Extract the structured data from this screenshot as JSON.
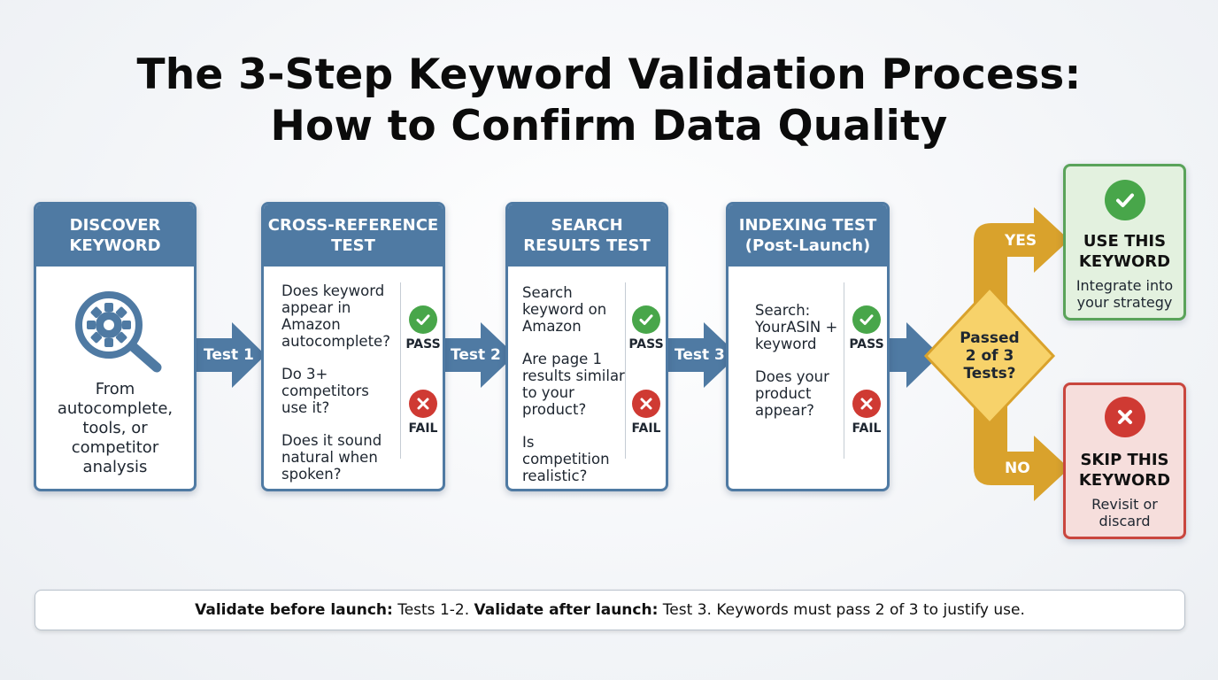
{
  "title": {
    "line1": "The 3-Step Keyword Validation Process:",
    "line2": "How to Confirm Data Quality"
  },
  "discover": {
    "header": [
      "DISCOVER",
      "KEYWORD"
    ],
    "icon": "magnifier-gear-icon",
    "text": [
      "From",
      "autocomplete,",
      "tools, or",
      "competitor",
      "analysis"
    ]
  },
  "tests": [
    {
      "header": [
        "CROSS-REFERENCE",
        "TEST"
      ],
      "arrow_label": "Test 1",
      "questions": [
        [
          "Does keyword",
          "appear in",
          "Amazon",
          "autocomplete?"
        ],
        [
          "Do 3+",
          "competitors",
          "use it?"
        ],
        [
          "Does it sound",
          "natural when",
          "spoken?"
        ]
      ],
      "pass_label": "PASS",
      "fail_label": "FAIL"
    },
    {
      "header": [
        "SEARCH",
        "RESULTS TEST"
      ],
      "arrow_label": "Test 2",
      "questions": [
        [
          "Search",
          "keyword on",
          "Amazon"
        ],
        [
          "Are page 1",
          "results similar",
          "to your",
          "product?"
        ],
        [
          "Is",
          "competition",
          "realistic?"
        ]
      ],
      "pass_label": "PASS",
      "fail_label": "FAIL"
    },
    {
      "header": [
        "INDEXING TEST",
        "(Post-Launch)"
      ],
      "arrow_label": "Test 3",
      "questions": [
        [
          "Search:",
          "YourASIN +",
          "keyword"
        ],
        [
          "Does your",
          "product",
          "appear?"
        ]
      ],
      "pass_label": "PASS",
      "fail_label": "FAIL"
    }
  ],
  "decision": {
    "text": [
      "Passed",
      "2 of 3",
      "Tests?"
    ],
    "yes_label": "YES",
    "no_label": "NO"
  },
  "use_keyword": {
    "icon": "check-icon",
    "title": [
      "USE THIS",
      "KEYWORD"
    ],
    "sub": [
      "Integrate into",
      "your strategy"
    ]
  },
  "skip_keyword": {
    "icon": "x-icon",
    "title": [
      "SKIP THIS",
      "KEYWORD"
    ],
    "sub": [
      "Revisit or",
      "discard"
    ]
  },
  "footer": {
    "bold1": "Validate before launch:",
    "text1": " Tests 1-2. ",
    "bold2": "Validate after launch:",
    "text2": " Test 3. Keywords must pass 2 of 3 to justify use."
  },
  "colors": {
    "card_blue": "#4f7aa3",
    "arrow_blue": "#4f7aa3",
    "pass_green": "#48a64a",
    "fail_red": "#cf3a33",
    "decision_gold": "#d9a22c",
    "use_bg": "#e3f1df",
    "use_border": "#5aa35a",
    "skip_bg": "#f6dedc",
    "skip_border": "#c9463e"
  }
}
